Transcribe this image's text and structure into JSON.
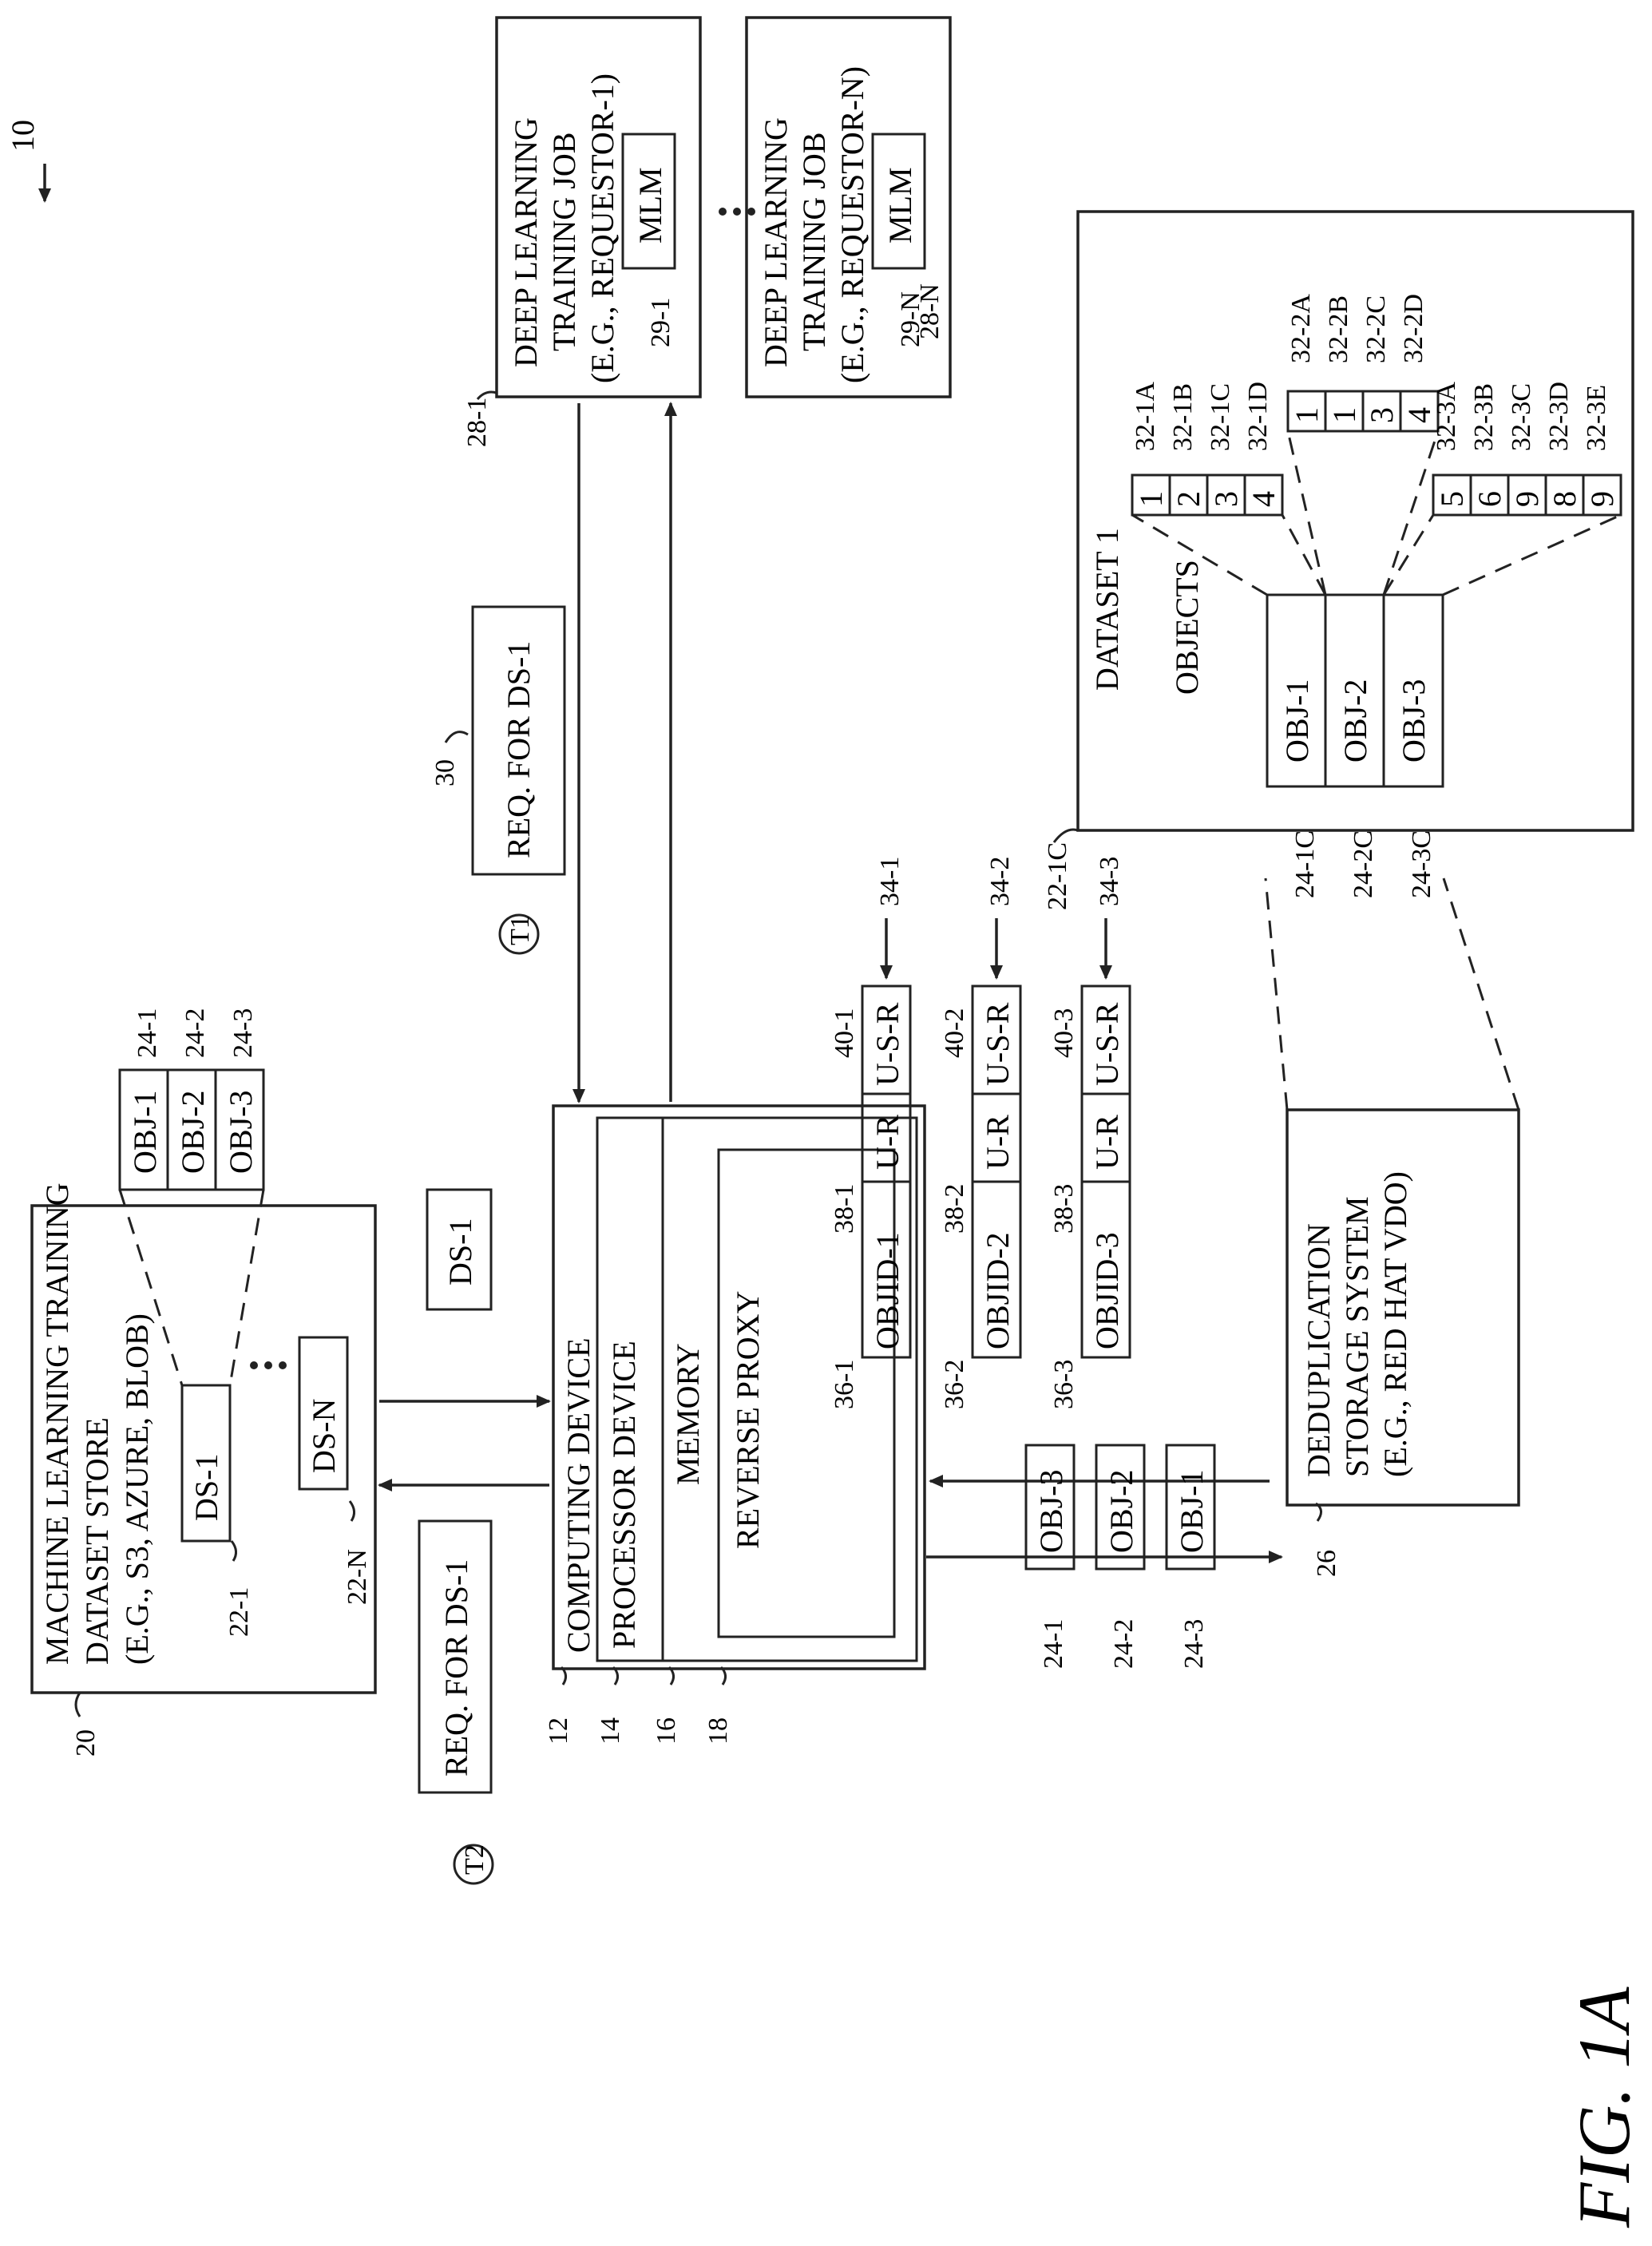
{
  "figure_label": "FIG. 1A",
  "system_ref": "10",
  "dataset_store": {
    "ref": "20",
    "title_lines": [
      "MACHINE LEARNING TRAINING",
      "DATASET STORE",
      "(E.G., S3, AZURE, BLOB)"
    ],
    "datasets": [
      {
        "ref": "22-1",
        "label": "DS-1"
      },
      {
        "ref": "22-N",
        "label": "DS-N"
      }
    ],
    "objects": [
      {
        "ref": "24-1",
        "label": "OBJ-1"
      },
      {
        "ref": "24-2",
        "label": "OBJ-2"
      },
      {
        "ref": "24-3",
        "label": "OBJ-3"
      }
    ]
  },
  "request_ds1_t2": {
    "label": "REQ. FOR DS-1",
    "time": "T2"
  },
  "ds1_return": {
    "label": "DS-1"
  },
  "computing_device": {
    "ref": "12",
    "label": "COMPUTING DEVICE",
    "processor": {
      "ref": "14",
      "label": "PROCESSOR DEVICE"
    },
    "memory": {
      "ref": "16",
      "label": "MEMORY"
    },
    "proxy": {
      "ref": "18",
      "label": "REVERSE PROXY"
    }
  },
  "request_ds1_t1": {
    "ref": "30",
    "label": "REQ. FOR DS-1",
    "time": "T1"
  },
  "training_jobs": [
    {
      "ref": "28-1",
      "lines": [
        "DEEP LEARNING",
        "TRAINING JOB",
        "(E.G., REQUESTOR-1)"
      ],
      "mlm": "MLM",
      "mlm_ref": "29-1"
    },
    {
      "ref": "28-N",
      "lines": [
        "DEEP LEARNING",
        "TRAINING JOB",
        "(E.G., REQUESTOR-N)"
      ],
      "mlm": "MLM",
      "mlm_ref": "29-N"
    }
  ],
  "dedup_storage": {
    "ref": "26",
    "lines": [
      "DEDUPLICATION",
      "STORAGE SYSTEM",
      "(E.G., RED HAT VDO)"
    ]
  },
  "loose_objects": [
    {
      "ref": "24-1",
      "label": "OBJ-3"
    },
    {
      "ref": "24-2",
      "label": "OBJ-2"
    },
    {
      "ref": "24-3",
      "label": "OBJ-1"
    }
  ],
  "records": [
    {
      "ref": "34-1",
      "objid": "OBJID-1",
      "objid_ref": "36-1",
      "ur": "U-R",
      "ur_ref": "38-1",
      "usr": "U-S-R",
      "usr_ref": "40-1"
    },
    {
      "ref": "34-2",
      "objid": "OBJID-2",
      "objid_ref": "36-2",
      "ur": "U-R",
      "ur_ref": "38-2",
      "usr": "U-S-R",
      "usr_ref": "40-2"
    },
    {
      "ref": "34-3",
      "objid": "OBJID-3",
      "objid_ref": "36-3",
      "ur": "U-R",
      "ur_ref": "38-3",
      "usr": "U-S-R",
      "usr_ref": "40-3"
    }
  ],
  "dataset_detail": {
    "ref": "22-1C",
    "title": "DATASET 1",
    "objects_label": "OBJECTS",
    "objects": [
      {
        "ref": "24-1C",
        "label": "OBJ-1"
      },
      {
        "ref": "24-2C",
        "label": "OBJ-2"
      },
      {
        "ref": "24-3C",
        "label": "OBJ-3"
      }
    ],
    "chunk_groups": [
      {
        "values": [
          "1",
          "2",
          "3",
          "4"
        ],
        "refs": [
          "32-1A",
          "32-1B",
          "32-1C",
          "32-1D"
        ]
      },
      {
        "values": [
          "1",
          "1",
          "3",
          "4"
        ],
        "refs": [
          "32-2A",
          "32-2B",
          "32-2C",
          "32-2D"
        ]
      },
      {
        "values": [
          "5",
          "6",
          "9",
          "8",
          "9"
        ],
        "refs": [
          "32-3A",
          "32-3B",
          "32-3C",
          "32-3D",
          "32-3E"
        ]
      }
    ]
  }
}
